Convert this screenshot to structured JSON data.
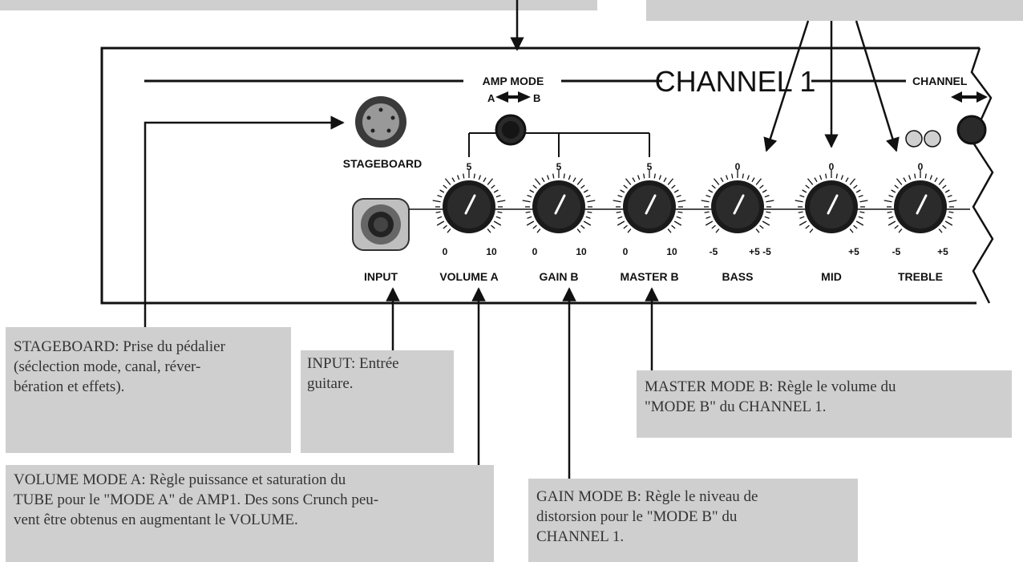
{
  "panel": {
    "channel_title": "CHANNEL 1",
    "amp_mode_label": "AMP MODE",
    "amp_mode_a": "A",
    "amp_mode_b": "B",
    "channel2_label": "CHANNEL",
    "stageboard_label": "STAGEBOARD",
    "input_label": "INPUT"
  },
  "knobs": [
    {
      "label": "VOLUME A",
      "top": "5",
      "left": "0",
      "right": "10"
    },
    {
      "label": "GAIN B",
      "top": "5",
      "left": "0",
      "right": "10"
    },
    {
      "label": "MASTER B",
      "top": "5",
      "left": "0",
      "right": "10"
    },
    {
      "label": "BASS",
      "top": "0",
      "left": "-5",
      "right": "+5 -5"
    },
    {
      "label": "MID",
      "top": "0",
      "left": "",
      "right": "+5"
    },
    {
      "label": "TREBLE",
      "top": "0",
      "left": "-5",
      "right": "+5"
    }
  ],
  "callouts": {
    "stageboard": [
      "STAGEBOARD: Prise du pédalier",
      "(séclection mode, canal, réver-",
      "bération et effets)."
    ],
    "input": [
      "INPUT: Entrée",
      "guitare."
    ],
    "master": [
      "MASTER MODE B: Règle le volume du",
      "\"MODE B\" du CHANNEL 1."
    ],
    "volume": [
      "VOLUME MODE A: Règle puissance et saturation du",
      "TUBE pour le \"MODE A\" de AMP1. Des sons Crunch peu-",
      "vent être obtenus en augmentant le VOLUME."
    ],
    "gain": [
      "GAIN MODE B: Règle le niveau de",
      "distorsion pour le \"MODE B\" du",
      "CHANNEL 1."
    ]
  },
  "colors": {
    "callout_bg": "#cfcfcf",
    "ink": "#111111",
    "knob": "#1a1a1a"
  }
}
